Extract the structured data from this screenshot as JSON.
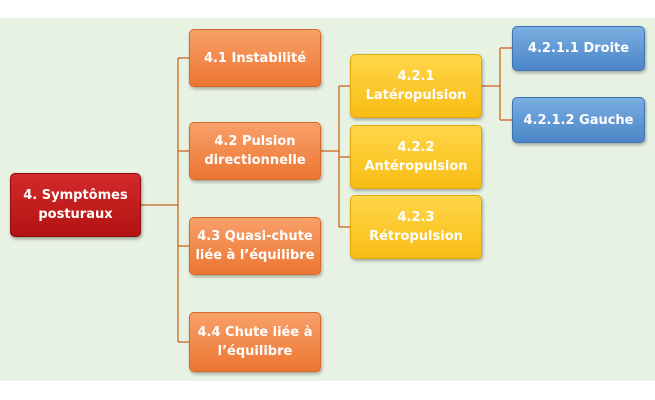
{
  "diagram": {
    "root": {
      "label": "4. Symptômes\nposturaux"
    },
    "level1": [
      {
        "label": "4.1 Instabilité"
      },
      {
        "label": "4.2 Pulsion\ndirectionnelle"
      },
      {
        "label": "4.3 Quasi-chute\nliée à l’équilibre"
      },
      {
        "label": "4.4 Chute liée à\nl’équilibre"
      }
    ],
    "level2": [
      {
        "label": "4.2.1\nLatéropulsion"
      },
      {
        "label": "4.2.2\nAntéropulsion"
      },
      {
        "label": "4.2.3\nRétropulsion"
      }
    ],
    "level3": [
      {
        "label": "4.2.1.1 Droite"
      },
      {
        "label": "4.2.1.2 Gauche"
      }
    ]
  },
  "colors": {
    "background": "#e8f2e3",
    "root": "#c11d1d",
    "level1": "#f08a4b",
    "level2": "#fbc62c",
    "level3": "#5b95d2",
    "connector": "#c9651e"
  }
}
